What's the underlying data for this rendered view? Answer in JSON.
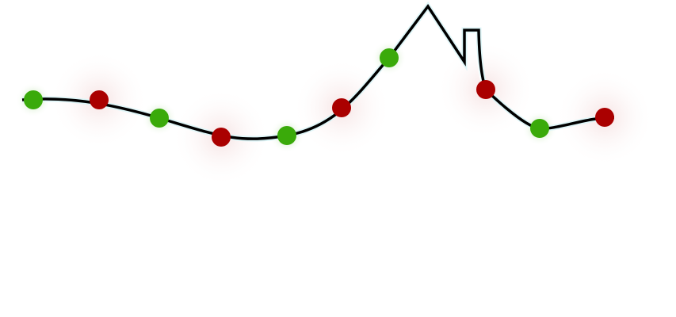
{
  "colors": {
    "wire": "#000000",
    "wire_glow": "#dff6f8",
    "bulb_green": "#3aaa0a",
    "bulb_red": "#aa0000",
    "glow_red": "#f3d6d6",
    "glow_green": "#cfeec0"
  },
  "bulbs": [
    "green",
    "red",
    "green",
    "red",
    "green",
    "red",
    "green",
    "red",
    "green",
    "red"
  ]
}
